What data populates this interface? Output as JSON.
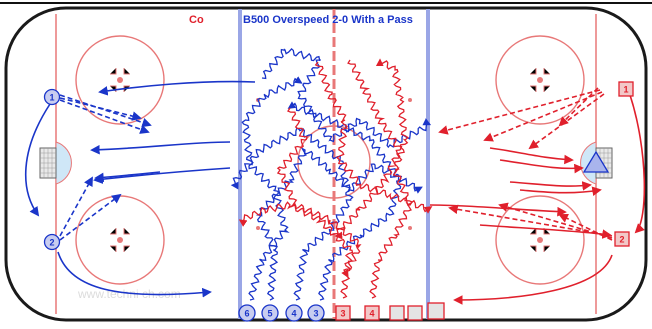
{
  "drill": {
    "prefix": "Co",
    "title": "B500 Overspeed 2-0 With a Pass",
    "watermark": "www.techni    ch.com"
  },
  "colors": {
    "blue_team": "#1a35c9",
    "red_team": "#e0202c",
    "rink_line_red": "#e87878",
    "rink_line_blue": "#9aa6e6",
    "player_fill_blue": "#c8cdf0",
    "player_fill_red": "#f2c8c8",
    "crease": "#cfe7f7"
  },
  "players": {
    "blue": [
      {
        "label": "1"
      },
      {
        "label": "2"
      },
      {
        "label": "3"
      },
      {
        "label": "4"
      },
      {
        "label": "5"
      },
      {
        "label": "6"
      }
    ],
    "red": [
      {
        "label": "1"
      },
      {
        "label": "2"
      },
      {
        "label": "3"
      },
      {
        "label": "4"
      },
      {
        "label": ""
      },
      {
        "label": ""
      },
      {
        "label": ""
      }
    ]
  },
  "icons": [
    "net-icon",
    "goalie-triangle-icon",
    "puck-stack-icon"
  ]
}
